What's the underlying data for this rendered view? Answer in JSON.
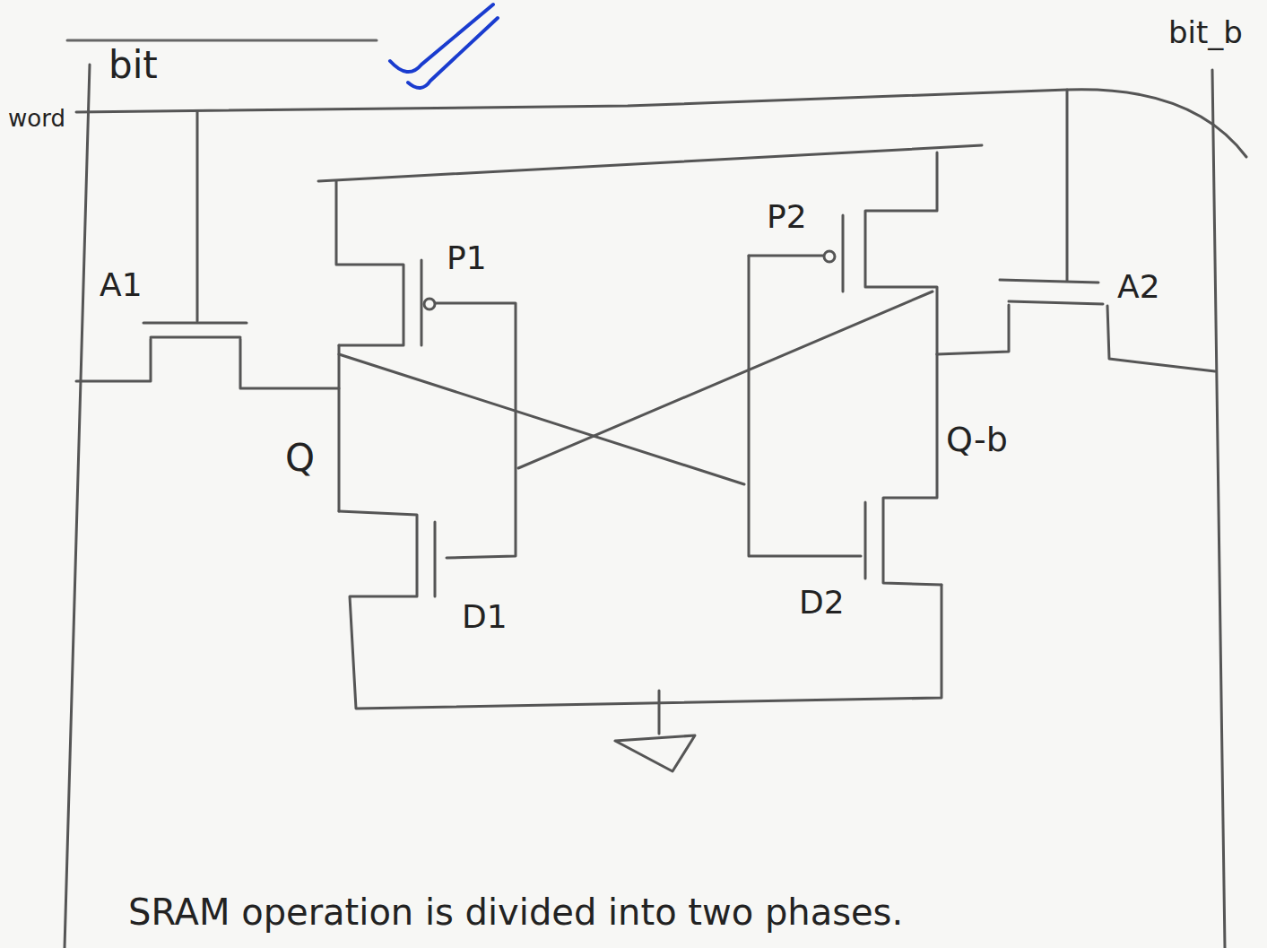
{
  "diagram": {
    "labels": [
      "bit",
      "word",
      "A1",
      "P1",
      "P2",
      "A2",
      "bit_b",
      "Q",
      "Q-b",
      "D1",
      "D2",
      "SRAM operation is divided into two phases."
    ]
  }
}
